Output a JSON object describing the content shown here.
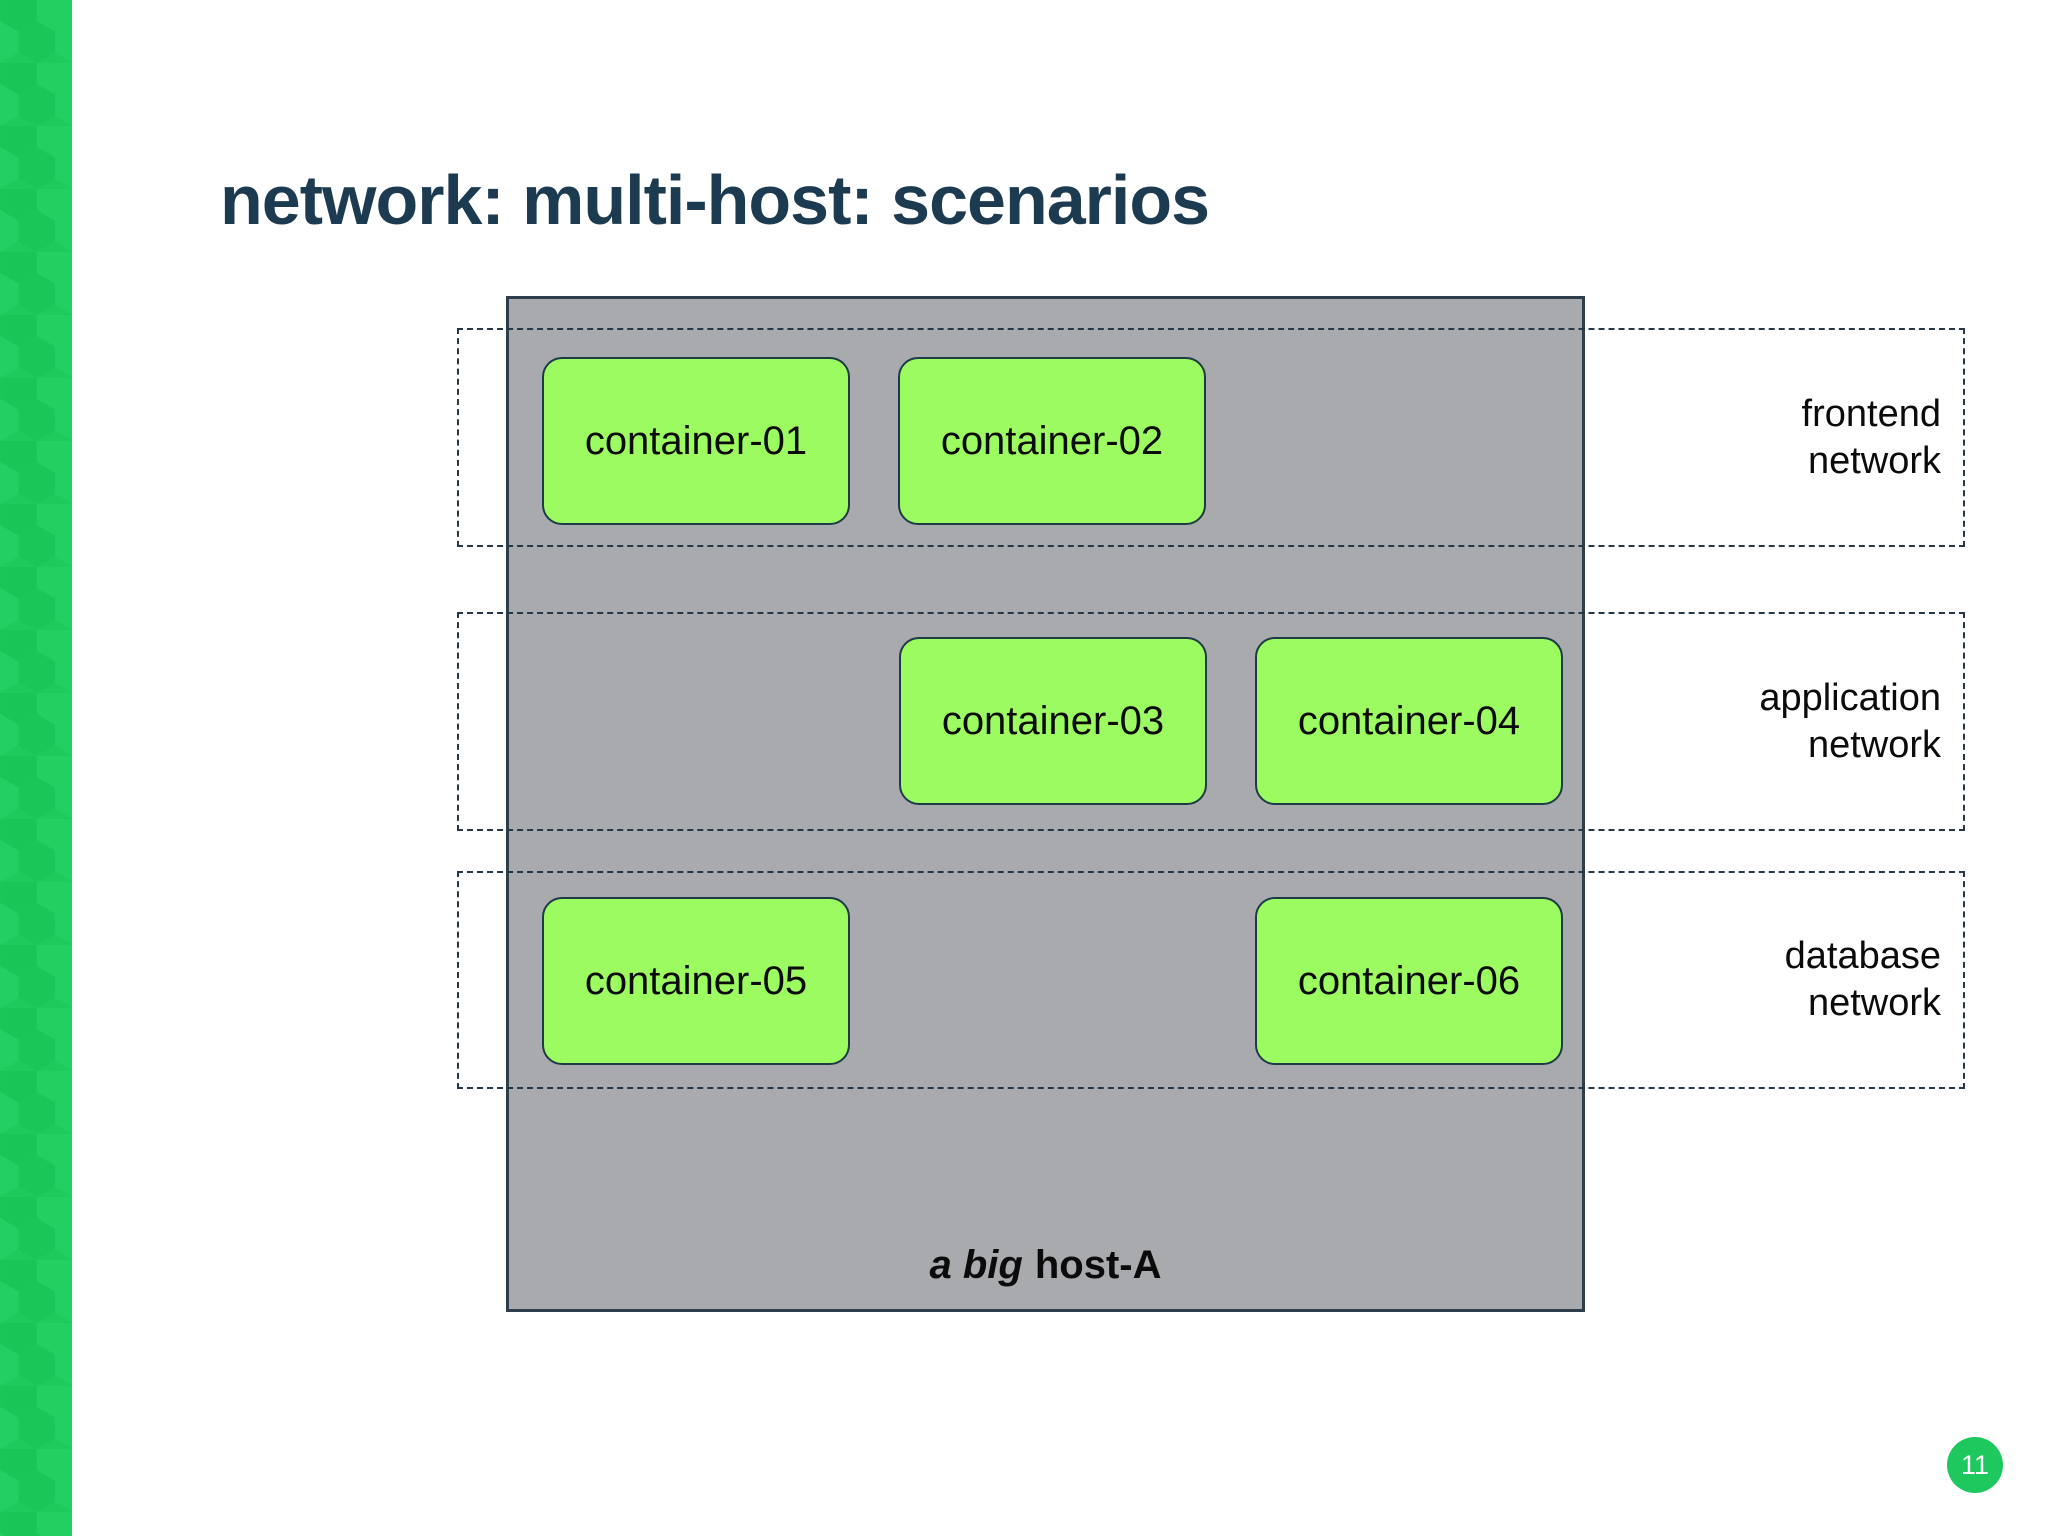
{
  "slide": {
    "title": "network: multi-host: scenarios",
    "page_number": "11"
  },
  "host": {
    "label_emphasis": "a big",
    "label_name": "host-A"
  },
  "networks": [
    {
      "name": "frontend network",
      "line1": "frontend",
      "line2": "network"
    },
    {
      "name": "application network",
      "line1": "application",
      "line2": "network"
    },
    {
      "name": "database network",
      "line1": "database",
      "line2": "network"
    }
  ],
  "containers": [
    {
      "label": "container-01"
    },
    {
      "label": "container-02"
    },
    {
      "label": "container-03"
    },
    {
      "label": "container-04"
    },
    {
      "label": "container-05"
    },
    {
      "label": "container-06"
    }
  ],
  "colors": {
    "strip_green": "#1dca5b",
    "title": "#1c3a50",
    "host_fill": "#a9aaae",
    "host_border": "#2e3e4c",
    "container_fill": "#9dfb62",
    "container_border": "#1e3a47",
    "dashed_border": "#273745",
    "page_badge": "#1fc75f"
  }
}
